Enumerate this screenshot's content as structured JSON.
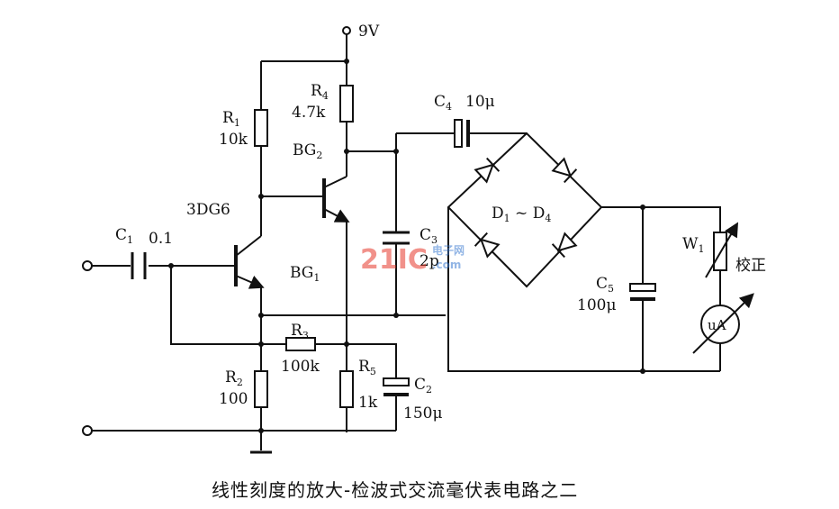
{
  "supply_label": "9V",
  "r1": {
    "name": "R",
    "sub": "1",
    "value": "10k"
  },
  "r2": {
    "name": "R",
    "sub": "2",
    "value": "100"
  },
  "r3": {
    "name": "R",
    "sub": "3",
    "value": "100k"
  },
  "r4": {
    "name": "R",
    "sub": "4",
    "value": "4.7k"
  },
  "r5": {
    "name": "R",
    "sub": "5",
    "value": "1k"
  },
  "c1": {
    "name": "C",
    "sub": "1",
    "value": "0.1"
  },
  "c2": {
    "name": "C",
    "sub": "2",
    "value": "150μ"
  },
  "c3": {
    "name": "C",
    "sub": "3",
    "value": "2p"
  },
  "c4": {
    "name": "C",
    "sub": "4",
    "value": "10μ"
  },
  "c5": {
    "name": "C",
    "sub": "5",
    "value": "100μ"
  },
  "transistor_type": "3DG6",
  "bg1": {
    "name": "BG",
    "sub": "1"
  },
  "bg2": {
    "name": "BG",
    "sub": "2"
  },
  "diodes": {
    "name": "D",
    "sub1": "1",
    "sep": " ~ ",
    "name2": "D",
    "sub2": "4"
  },
  "w1": {
    "name": "W",
    "sub": "1",
    "note": "校正"
  },
  "meter": "uA",
  "watermark": {
    "main": "21IC",
    "top": "电子网",
    "bottom": ".com"
  },
  "caption": "线性刻度的放大-检波式交流毫伏表电路之二"
}
